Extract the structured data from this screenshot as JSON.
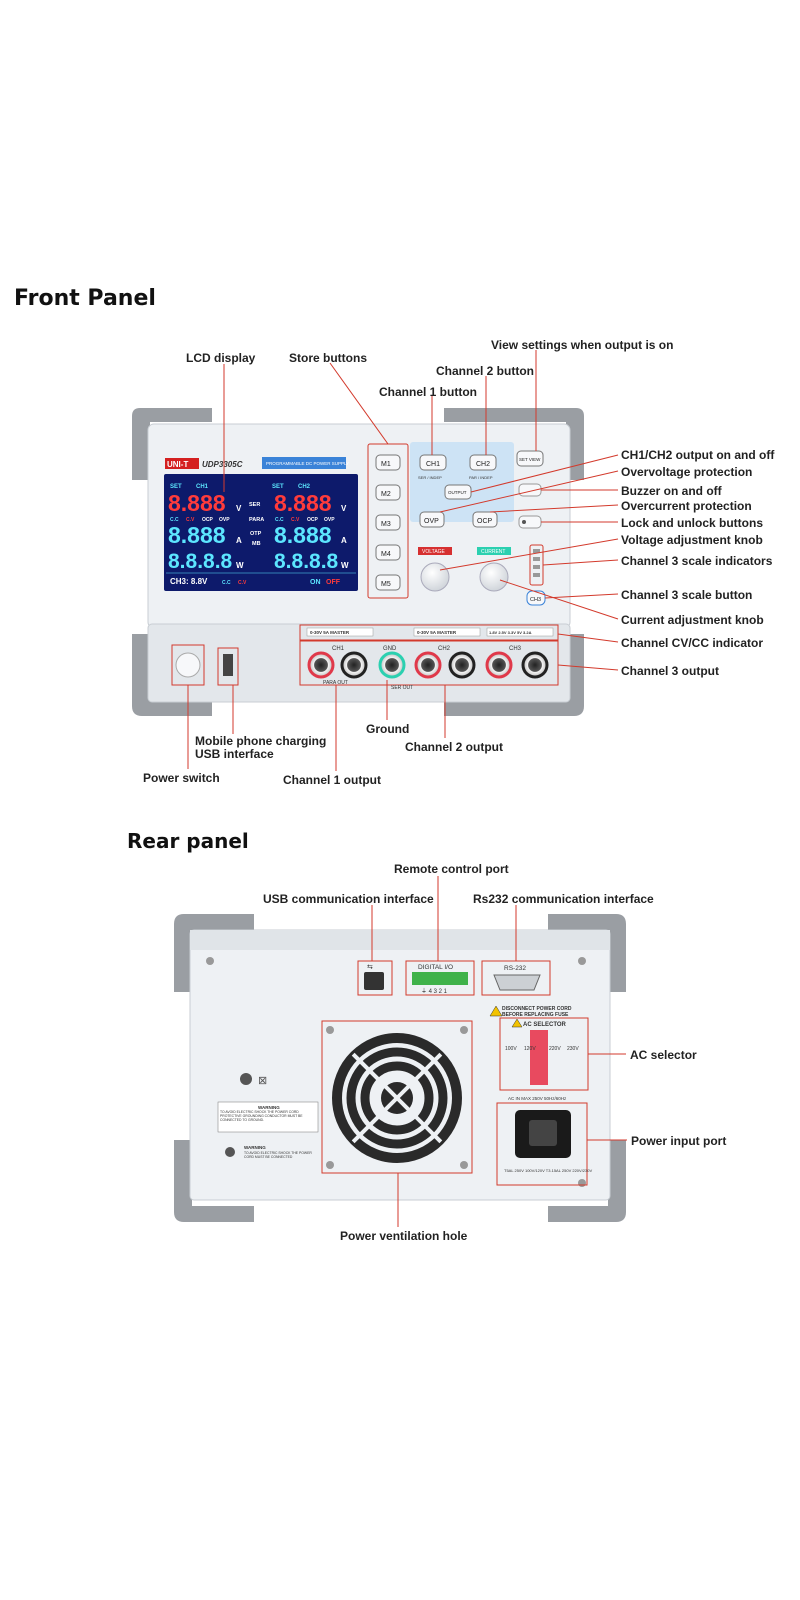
{
  "front": {
    "heading": "Front Panel",
    "labels": {
      "lcd_display": "LCD display",
      "store_buttons": "Store buttons",
      "view_settings": "View settings when output is on",
      "channel2_button": "Channel 2 button",
      "channel1_button": "Channel 1 button",
      "ch_output_onoff": "CH1/CH2 output on and off",
      "ovp": "Overvoltage protection",
      "buzzer": "Buzzer on and off",
      "ocp": "Overcurrent protection",
      "lock": "Lock and unlock buttons",
      "voltage_knob": "Voltage adjustment knob",
      "ch3_scale_indicators": "Channel 3 scale indicators",
      "ch3_scale_button": "Channel 3 scale button",
      "current_knob": "Current adjustment knob",
      "cvcc_indicator": "Channel CV/CC indicator",
      "ch3_output": "Channel 3 output",
      "mobile_usb_1": "Mobile phone charging",
      "mobile_usb_2": "USB interface",
      "ground": "Ground",
      "ch2_output": "Channel 2 output",
      "power_switch": "Power switch",
      "ch1_output": "Channel 1 output"
    },
    "device": {
      "brand": "UNI-T",
      "model": "UDP3305C",
      "tagline": "PROGRAMMABLE DC POWER SUPPLY",
      "lcd": {
        "set": "SET",
        "ch1": "CH1",
        "ch2": "CH2",
        "v1": "8.888",
        "a1": "8.888",
        "w1": "8.8.8.8",
        "v2": "8.888",
        "a2": "8.888",
        "w2": "8.8.8.8",
        "unit_v": "V",
        "unit_a": "A",
        "unit_w": "W",
        "cc": "C.C",
        "cv": "C.V",
        "ocp": "OCP",
        "ovp": "OVP",
        "ser": "SER",
        "para": "PARA",
        "otp": "OTP",
        "mb": "MB",
        "ch3": "CH3: 8.8V",
        "on": "ON",
        "off": "OFF"
      },
      "mem_buttons": [
        "M1",
        "M2",
        "M3",
        "M4",
        "M5"
      ],
      "ch1_btn": "CH1",
      "ch1_sub": "SER / INDEP",
      "ch2_btn": "CH2",
      "ch2_sub": "PAR / INDEP",
      "setview_btn": "SET VIEW",
      "output_btn": "OUTPUT",
      "ovp_btn": "OVP",
      "ocp_btn": "OCP",
      "ch3_btn": "CH3",
      "voltage_label": "VOLTAGE",
      "current_label": "CURRENT",
      "ch1_range": "0-30V 5A MASTER",
      "ch2_range": "0-30V 5A MASTER",
      "ch3_range": "1.8V 2.5V 3.3V 5V 3.2A",
      "gnd": "GND",
      "para_out": "PARA OUT",
      "ser_out": "SER OUT",
      "ch1": "CH1",
      "ch2": "CH2",
      "ch3": "CH3"
    }
  },
  "rear": {
    "heading": "Rear panel",
    "labels": {
      "remote_port": "Remote control port",
      "usb_comm": "USB communication interface",
      "rs232_comm": "Rs232 communication interface",
      "ac_selector": "AC selector",
      "power_input": "Power input port",
      "ventilation": "Power ventilation hole"
    },
    "device": {
      "digital_io": "DIGITAL I/O",
      "io_pins": "⏚ 4 3 2 1",
      "rs232": "RS-232",
      "disconnect_1": "DISCONNECT POWER CORD",
      "disconnect_2": "BEFORE REPLACING FUSE",
      "ac_selector": "AC SELECTOR",
      "ac_values": [
        "100V",
        "120V",
        "220V",
        "230V"
      ],
      "ac_in": "AC IN MAX 250V  50Hz/60Hz",
      "warning": "WARNING",
      "warning_text": "TO AVOID ELECTRIC SHOCK THE POWER CORD PROTECTIVE GROUNDING CONDUCTOR MUST BE CONNECTED TO GROUND.",
      "warning2": "WARNING",
      "warning2_text": "TO AVOID ELECTRIC SHOCK THE POWER CORD MUST BE CONNECTED",
      "fuse": "T5AL 250V  100V/120V  T3.15AL 250V  220V/230V"
    }
  },
  "colors": {
    "panel": "#eef1f4",
    "bumper": "#9a9ea3",
    "callout_line": "#d33a2c",
    "lcd_bg": "#0d1a6b",
    "lcd_red": "#ff3b3b",
    "lcd_cyan": "#5ce6ff",
    "unit_logo": "#d42020"
  }
}
